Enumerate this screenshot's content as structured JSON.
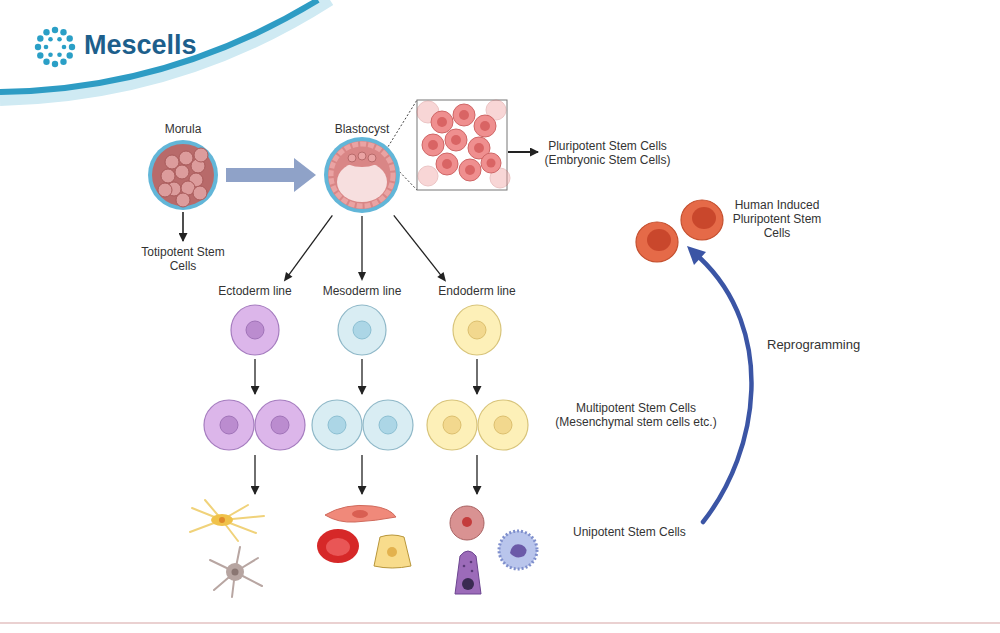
{
  "diagram": {
    "nodes": [
      {
        "text": [
          "Morula"
        ]
      },
      {
        "text": [
          "Blastocyst"
        ]
      },
      {
        "text": [
          "Ectoderm line"
        ]
      },
      {
        "text": [
          "Mesoderm line"
        ]
      },
      {
        "text": [
          "Endoderm line"
        ]
      },
      {
        "text": [
          "Human Induced Pluripotent Stem Cells"
        ]
      }
    ],
    "edges": [
      {
        "from": 0,
        "to": 1,
        "arrow": "to"
      },
      {
        "from": 1,
        "to": 2,
        "arrow": "to"
      },
      {
        "from": 1,
        "to": 3,
        "arrow": "to"
      },
      {
        "from": 1,
        "to": 4,
        "arrow": "to"
      }
    ],
    "labels": [
      "Mescells",
      "Totipotent Stem Cells",
      "Pluripotent Stem Cells (Embryonic Stem Cells)",
      "Multipotent Stem Cells (Mesenchymal stem cells etc.)",
      "Unipotent Stem Cells",
      "Reprogramming"
    ]
  }
}
